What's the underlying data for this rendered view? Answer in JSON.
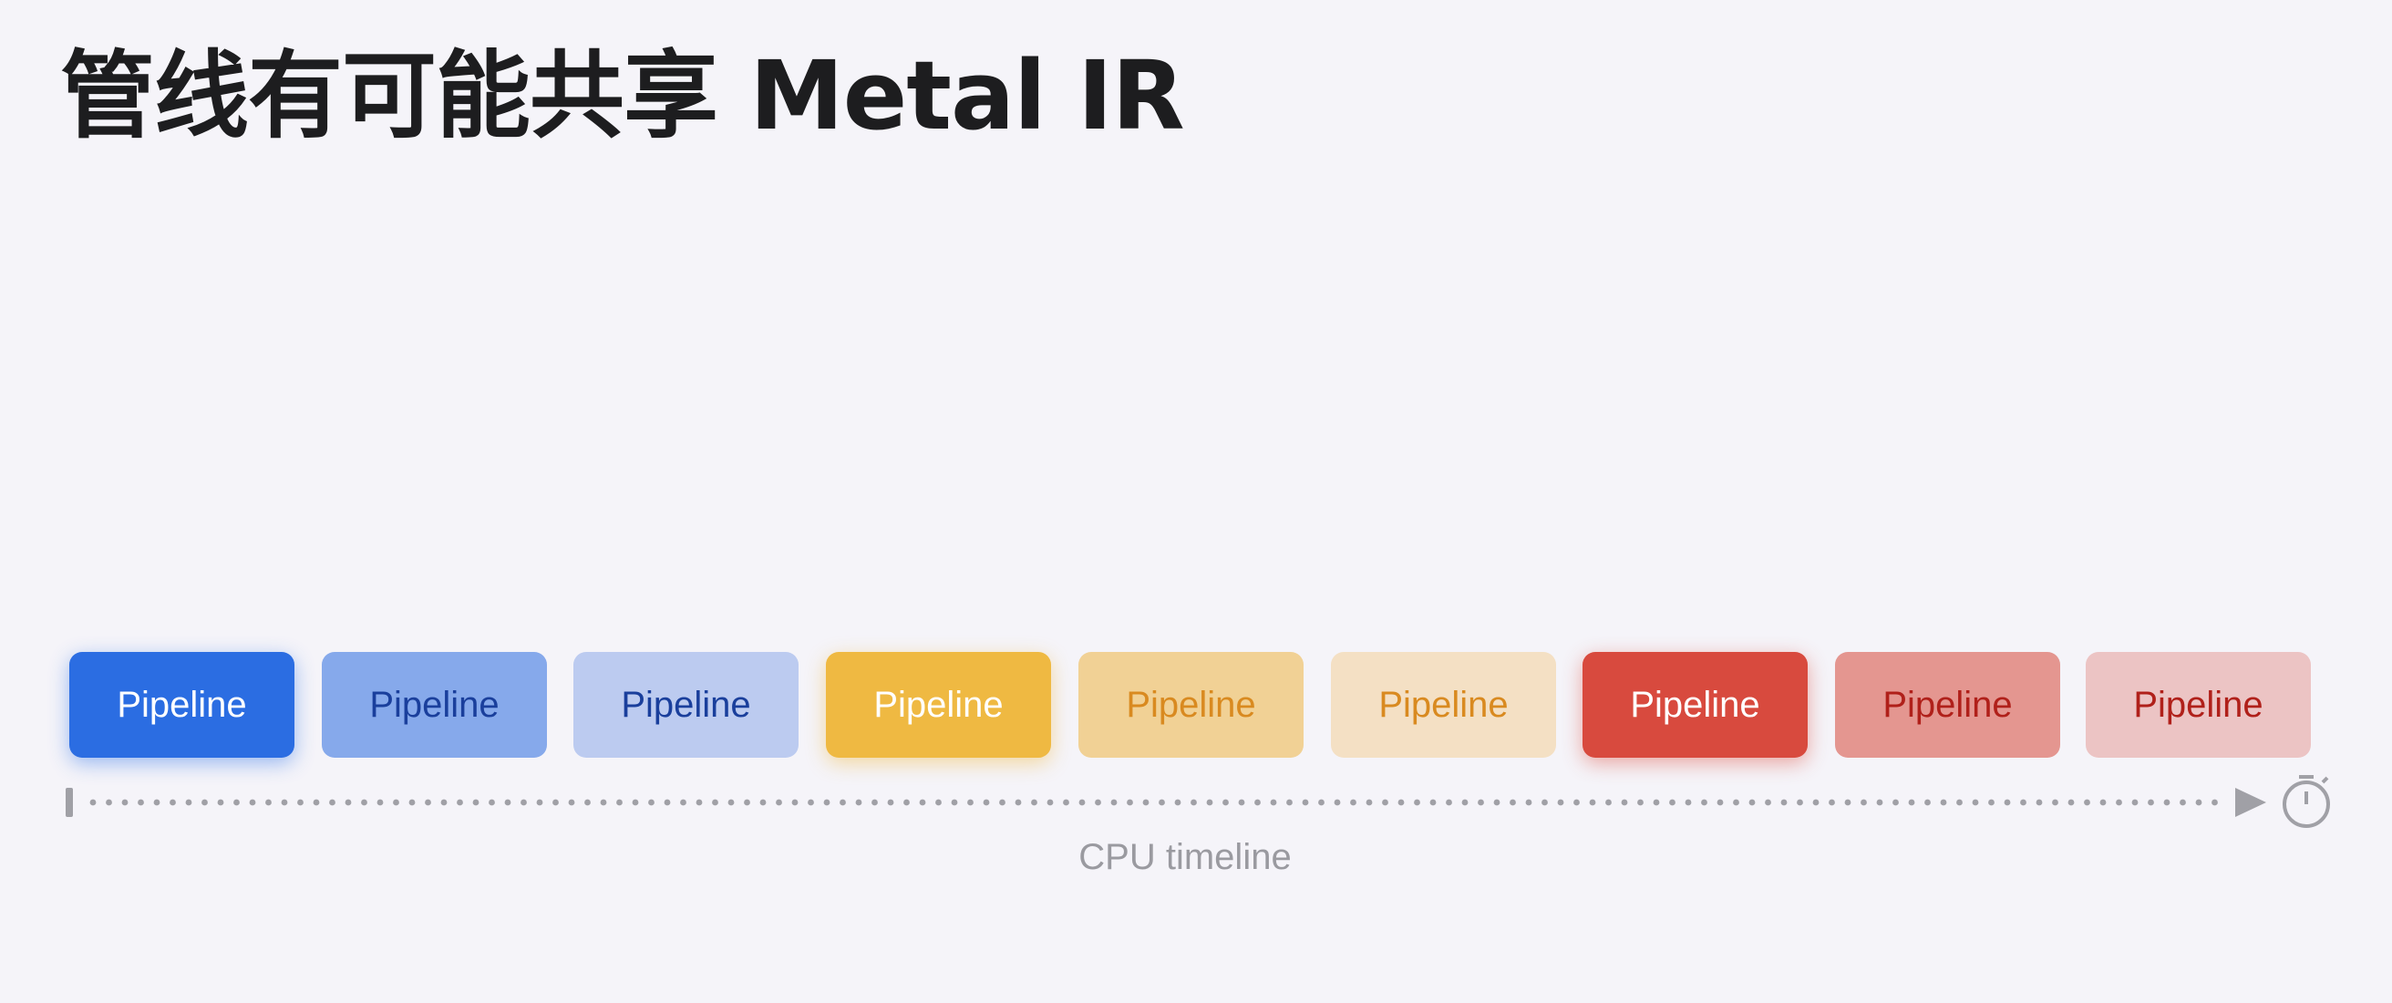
{
  "title": "管线有可能共享 Metal IR",
  "pipelines": [
    {
      "label": "Pipeline",
      "bg": "#2b6de2",
      "fg": "#ffffff",
      "glow": "blue"
    },
    {
      "label": "Pipeline",
      "bg": "#86a9eb",
      "fg": "#1a3f9c",
      "glow": ""
    },
    {
      "label": "Pipeline",
      "bg": "#bccbf0",
      "fg": "#1a3f9c",
      "glow": ""
    },
    {
      "label": "Pipeline",
      "bg": "#efb942",
      "fg": "#ffffff",
      "glow": "yellow"
    },
    {
      "label": "Pipeline",
      "bg": "#f1d195",
      "fg": "#d98a20",
      "glow": ""
    },
    {
      "label": "Pipeline",
      "bg": "#f4e0c4",
      "fg": "#d98a20",
      "glow": ""
    },
    {
      "label": "Pipeline",
      "bg": "#d84a3e",
      "fg": "#ffffff",
      "glow": "red"
    },
    {
      "label": "Pipeline",
      "bg": "#e49690",
      "fg": "#b0201a",
      "glow": ""
    },
    {
      "label": "Pipeline",
      "bg": "#ecc4c4",
      "fg": "#b0201a",
      "glow": ""
    }
  ],
  "timeline": {
    "label": "CPU timeline",
    "color": "#a0a0a6",
    "end_icon": "stopwatch-icon"
  }
}
